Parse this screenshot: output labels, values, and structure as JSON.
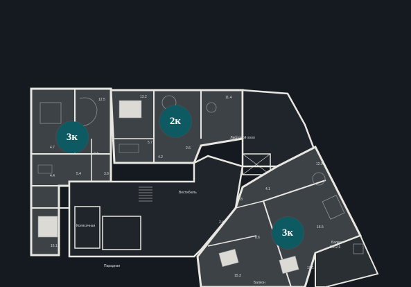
{
  "colors": {
    "background": "#151a20",
    "wall": "#e8e6e0",
    "apartment_fill": "#3d4247",
    "common_fill": "#1f252b",
    "accent": "#0e5a63"
  },
  "apartments": [
    {
      "label": "3к"
    },
    {
      "label": "2к"
    },
    {
      "label": "3к"
    }
  ],
  "areas": {
    "a1": "12.5",
    "a2": "13.2",
    "a3": "11.4",
    "a4": "4.7",
    "a5": "2.3",
    "a6": "5.7",
    "a7": "4.2",
    "a8": "2.6",
    "a9": "5.4",
    "a10": "3.6",
    "a11": "4.4",
    "a12": "16.1",
    "a13": "12.9",
    "a14": "4.1",
    "a15": "3.8",
    "a16": "2.4",
    "a17": "8.6",
    "a18": "15.5",
    "a19": "15.3",
    "a20": "19.1"
  },
  "rooms": {
    "lift_hall": "Лифтовой холл",
    "vestibule": "Вестибюль",
    "luggage": "Колясочная",
    "entrance": "Парадная",
    "balcony_right": "Балкон",
    "balcony_right_area": "5.2/2.6",
    "balcony_bottom": "Балкон"
  }
}
